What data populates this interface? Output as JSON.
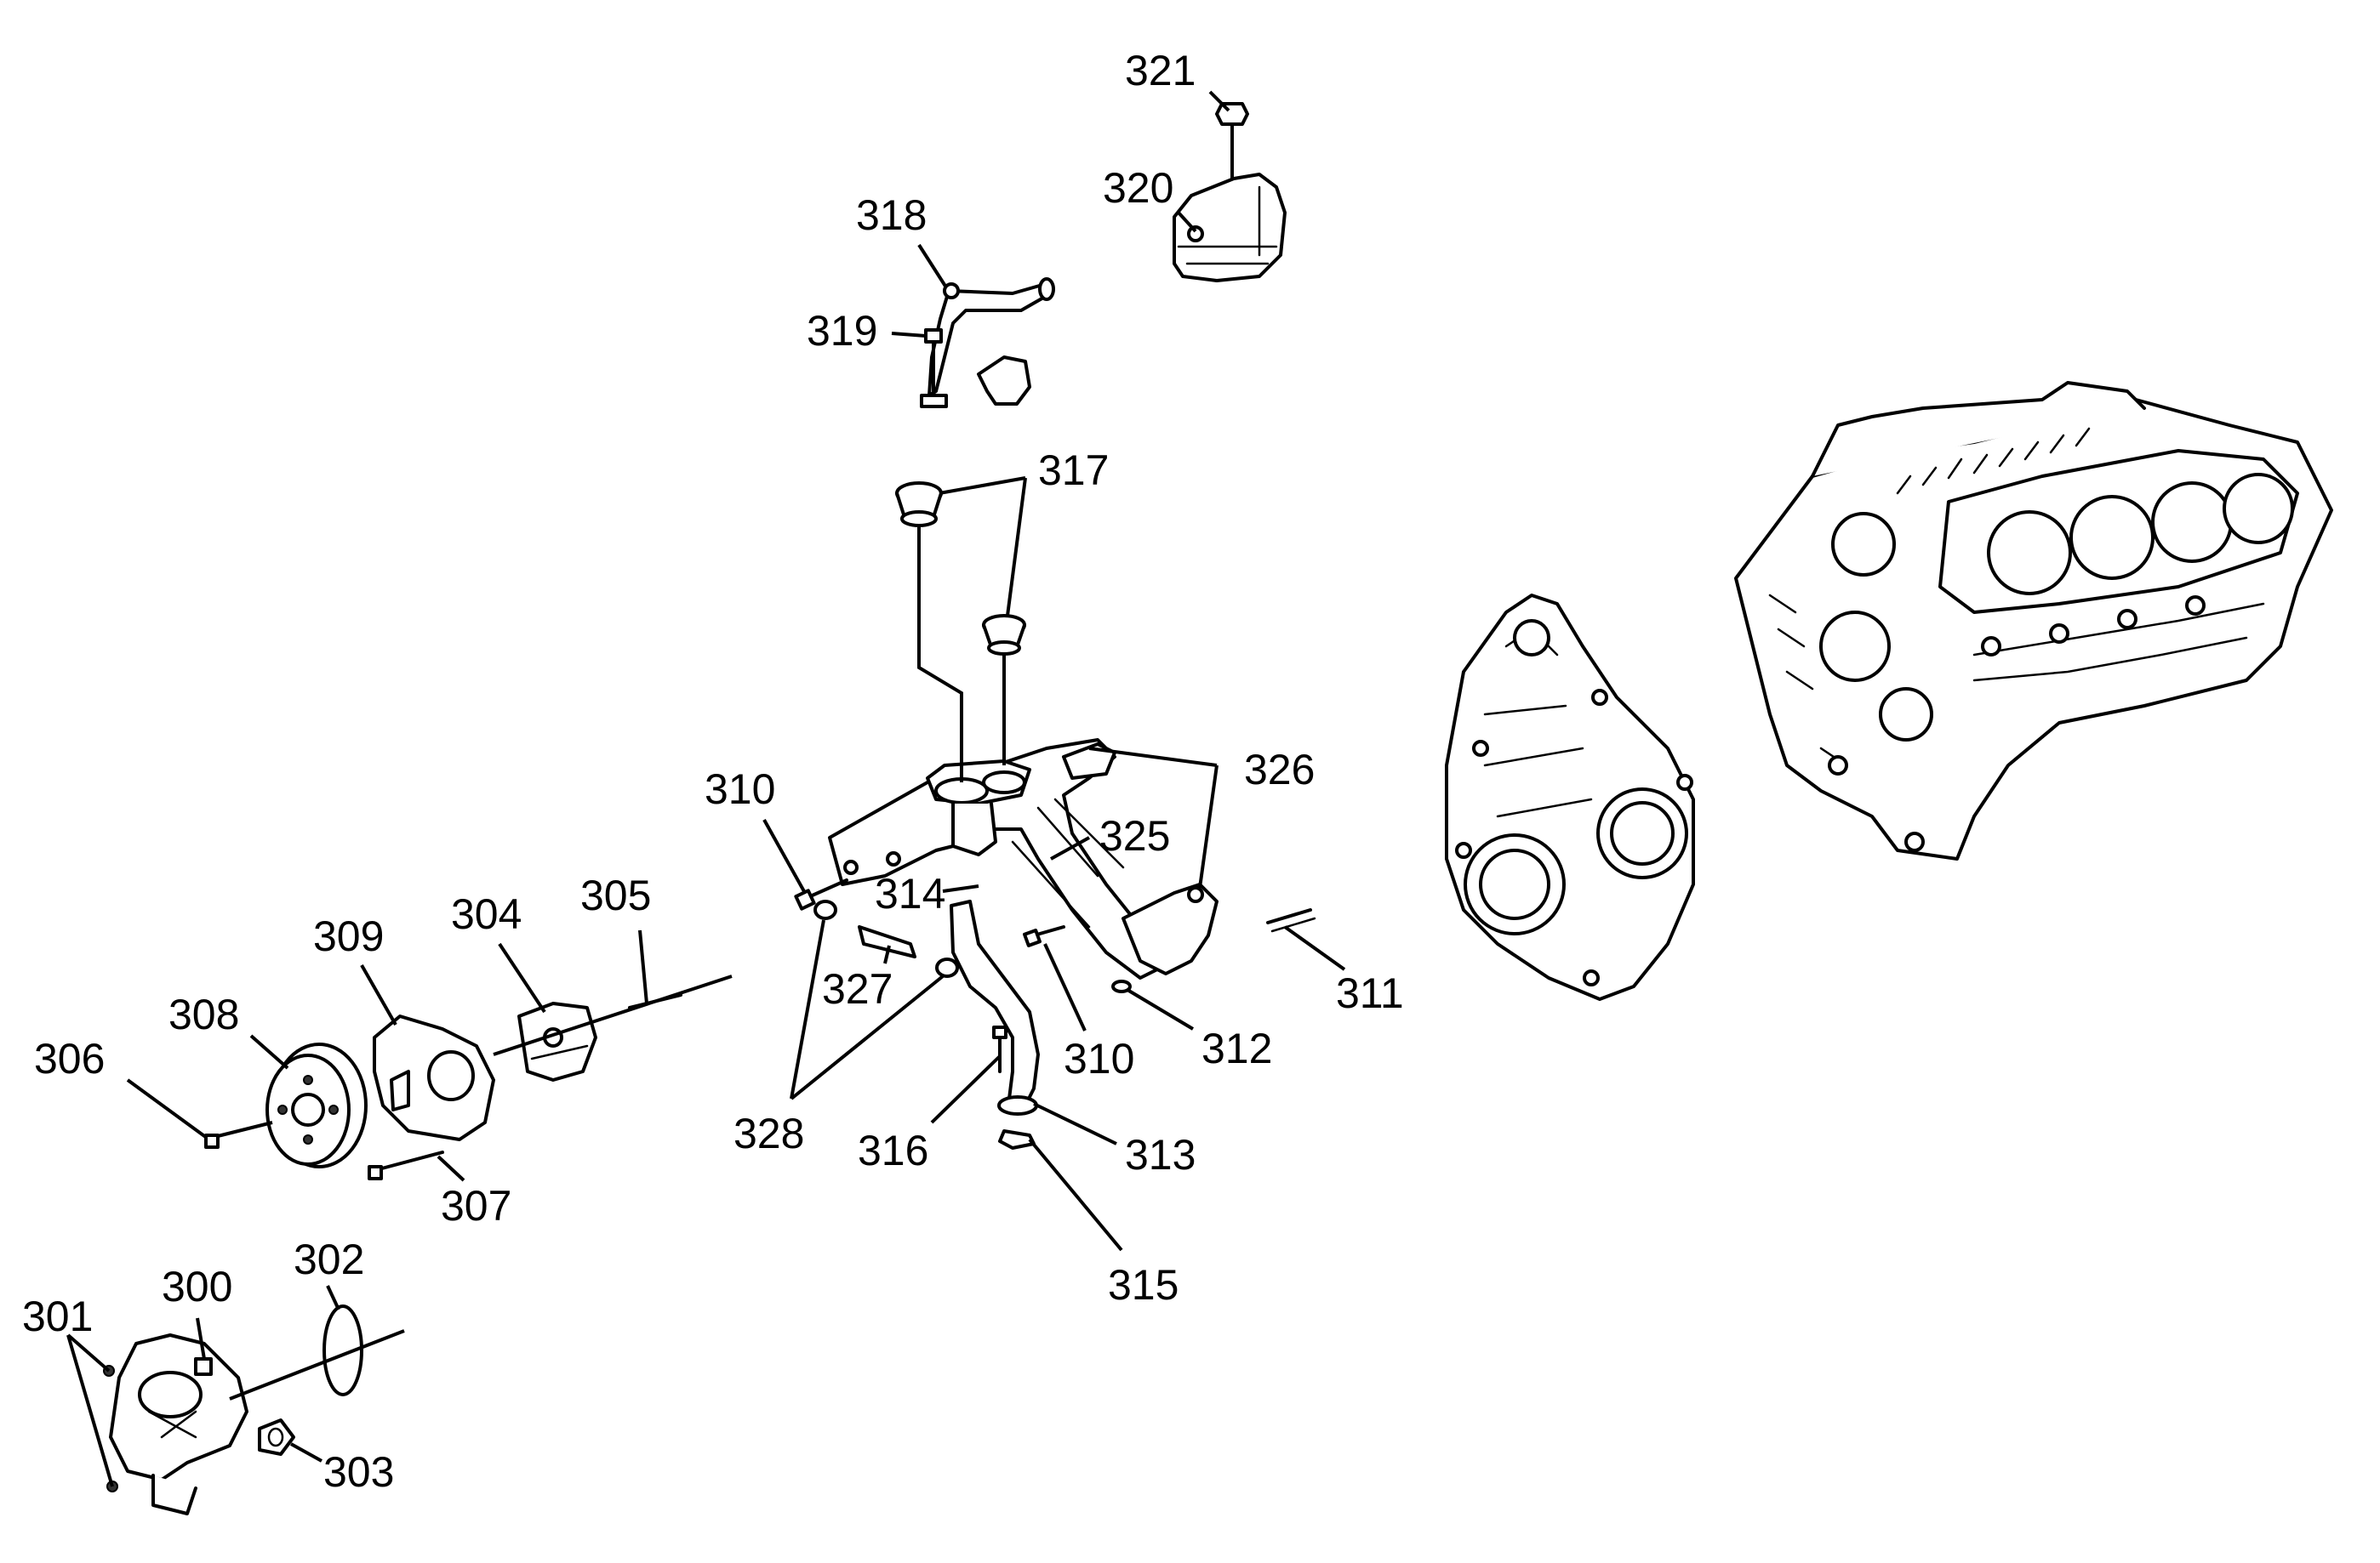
{
  "callouts": {
    "c300": "300",
    "c301": "301",
    "c302": "302",
    "c303": "303",
    "c304": "304",
    "c305": "305",
    "c306": "306",
    "c307": "307",
    "c308": "308",
    "c309": "309",
    "c310a": "310",
    "c310b": "310",
    "c311": "311",
    "c312": "312",
    "c313": "313",
    "c314": "314",
    "c315": "315",
    "c316": "316",
    "c317": "317",
    "c318": "318",
    "c319": "319",
    "c320": "320",
    "c321": "321",
    "c325": "325",
    "c326": "326",
    "c327": "327",
    "c328": "328"
  }
}
